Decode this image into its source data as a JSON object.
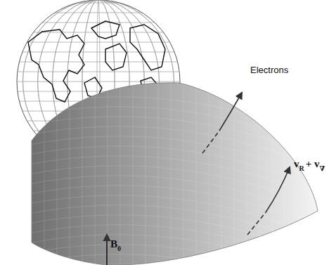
{
  "diagram": {
    "labels": [
      "Electrons",
      "v",
      "R",
      "+ v",
      "∇",
      "B",
      "0"
    ]
  }
}
